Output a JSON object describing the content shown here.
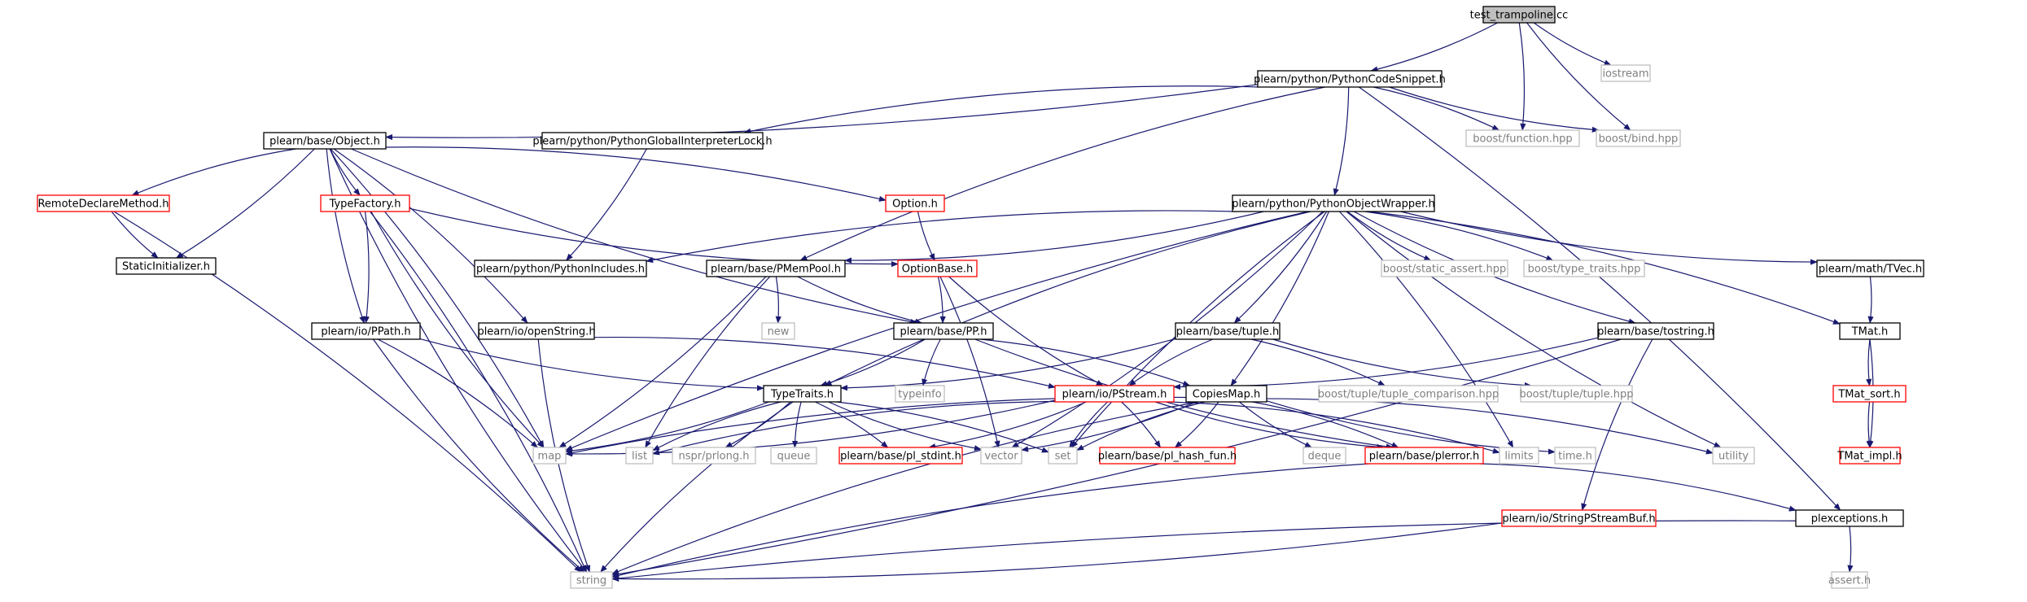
{
  "graph": {
    "nodes": [
      {
        "id": "test_trampoline",
        "label": "test_trampoline.cc",
        "style": "root"
      },
      {
        "id": "iostream",
        "label": "iostream",
        "style": "gray"
      },
      {
        "id": "PythonCodeSnippet",
        "label": "plearn/python/PythonCodeSnippet.h",
        "style": "normal"
      },
      {
        "id": "boost_function",
        "label": "boost/function.hpp",
        "style": "gray"
      },
      {
        "id": "boost_bind",
        "label": "boost/bind.hpp",
        "style": "gray"
      },
      {
        "id": "Object",
        "label": "plearn/base/Object.h",
        "style": "normal"
      },
      {
        "id": "PythonGIL",
        "label": "plearn/python/PythonGlobalInterpreterLock.h",
        "style": "normal"
      },
      {
        "id": "RemoteDeclareMethod",
        "label": "RemoteDeclareMethod.h",
        "style": "red"
      },
      {
        "id": "TypeFactory",
        "label": "TypeFactory.h",
        "style": "red"
      },
      {
        "id": "Option",
        "label": "Option.h",
        "style": "red"
      },
      {
        "id": "PythonObjectWrapper",
        "label": "plearn/python/PythonObjectWrapper.h",
        "style": "normal"
      },
      {
        "id": "StaticInitializer",
        "label": "StaticInitializer.h",
        "style": "normal"
      },
      {
        "id": "PythonIncludes",
        "label": "plearn/python/PythonIncludes.h",
        "style": "normal"
      },
      {
        "id": "PMemPool",
        "label": "plearn/base/PMemPool.h",
        "style": "normal"
      },
      {
        "id": "OptionBase",
        "label": "OptionBase.h",
        "style": "red"
      },
      {
        "id": "static_assert",
        "label": "boost/static_assert.hpp",
        "style": "gray"
      },
      {
        "id": "type_traits",
        "label": "boost/type_traits.hpp",
        "style": "gray"
      },
      {
        "id": "TVec",
        "label": "plearn/math/TVec.h",
        "style": "normal"
      },
      {
        "id": "new",
        "label": "new",
        "style": "gray"
      },
      {
        "id": "PPath",
        "label": "plearn/io/PPath.h",
        "style": "normal"
      },
      {
        "id": "openString",
        "label": "plearn/io/openString.h",
        "style": "normal"
      },
      {
        "id": "PP",
        "label": "plearn/base/PP.h",
        "style": "normal"
      },
      {
        "id": "tuple",
        "label": "plearn/base/tuple.h",
        "style": "normal"
      },
      {
        "id": "tostring",
        "label": "plearn/base/tostring.h",
        "style": "normal"
      },
      {
        "id": "TMat",
        "label": "TMat.h",
        "style": "normal"
      },
      {
        "id": "TypeTraits",
        "label": "TypeTraits.h",
        "style": "normal"
      },
      {
        "id": "typeinfo",
        "label": "typeinfo",
        "style": "gray"
      },
      {
        "id": "PStream",
        "label": "plearn/io/PStream.h",
        "style": "red"
      },
      {
        "id": "CopiesMap",
        "label": "CopiesMap.h",
        "style": "normal"
      },
      {
        "id": "tuple_comparison",
        "label": "boost/tuple/tuple_comparison.hpp",
        "style": "gray"
      },
      {
        "id": "tuple_hpp",
        "label": "boost/tuple/tuple.hpp",
        "style": "gray"
      },
      {
        "id": "TMat_sort",
        "label": "TMat_sort.h",
        "style": "red"
      },
      {
        "id": "map",
        "label": "map",
        "style": "gray"
      },
      {
        "id": "list",
        "label": "list",
        "style": "gray"
      },
      {
        "id": "prlong",
        "label": "nspr/prlong.h",
        "style": "gray"
      },
      {
        "id": "queue",
        "label": "queue",
        "style": "gray"
      },
      {
        "id": "pl_stdint",
        "label": "plearn/base/pl_stdint.h",
        "style": "red"
      },
      {
        "id": "vector",
        "label": "vector",
        "style": "gray"
      },
      {
        "id": "set",
        "label": "set",
        "style": "gray"
      },
      {
        "id": "pl_hash_fun",
        "label": "plearn/base/pl_hash_fun.h",
        "style": "red"
      },
      {
        "id": "deque",
        "label": "deque",
        "style": "gray"
      },
      {
        "id": "plerror",
        "label": "plearn/base/plerror.h",
        "style": "red"
      },
      {
        "id": "limits",
        "label": "limits",
        "style": "gray"
      },
      {
        "id": "time_h",
        "label": "time.h",
        "style": "gray"
      },
      {
        "id": "utility",
        "label": "utility",
        "style": "gray"
      },
      {
        "id": "TMat_impl",
        "label": "TMat_impl.h",
        "style": "red"
      },
      {
        "id": "StringPStreamBuf",
        "label": "plearn/io/StringPStreamBuf.h",
        "style": "red"
      },
      {
        "id": "plexceptions",
        "label": "plexceptions.h",
        "style": "normal"
      },
      {
        "id": "string",
        "label": "string",
        "style": "gray"
      },
      {
        "id": "assert_h",
        "label": "assert.h",
        "style": "gray"
      }
    ],
    "edges": [
      [
        "test_trampoline",
        "PythonCodeSnippet"
      ],
      [
        "test_trampoline",
        "iostream"
      ],
      [
        "test_trampoline",
        "boost_function"
      ],
      [
        "test_trampoline",
        "boost_bind"
      ],
      [
        "PythonCodeSnippet",
        "Object"
      ],
      [
        "PythonCodeSnippet",
        "PythonGIL"
      ],
      [
        "PythonCodeSnippet",
        "boost_function"
      ],
      [
        "PythonCodeSnippet",
        "boost_bind"
      ],
      [
        "PythonCodeSnippet",
        "PythonObjectWrapper"
      ],
      [
        "PythonCodeSnippet",
        "PMemPool"
      ],
      [
        "PythonCodeSnippet",
        "plexceptions"
      ],
      [
        "Object",
        "RemoteDeclareMethod"
      ],
      [
        "Object",
        "StaticInitializer"
      ],
      [
        "Object",
        "TypeFactory"
      ],
      [
        "Object",
        "Option"
      ],
      [
        "Object",
        "PPath"
      ],
      [
        "Object",
        "openString"
      ],
      [
        "Object",
        "PP"
      ],
      [
        "Object",
        "map"
      ],
      [
        "Object",
        "string"
      ],
      [
        "PythonGIL",
        "PythonIncludes"
      ],
      [
        "RemoteDeclareMethod",
        "StaticInitializer"
      ],
      [
        "RemoteDeclareMethod",
        "string"
      ],
      [
        "TypeFactory",
        "OptionBase"
      ],
      [
        "TypeFactory",
        "PPath"
      ],
      [
        "TypeFactory",
        "map"
      ],
      [
        "TypeFactory",
        "string"
      ],
      [
        "Option",
        "OptionBase"
      ],
      [
        "OptionBase",
        "PP"
      ],
      [
        "OptionBase",
        "PStream"
      ],
      [
        "OptionBase",
        "vector"
      ],
      [
        "PythonObjectWrapper",
        "PythonIncludes"
      ],
      [
        "PythonObjectWrapper",
        "PMemPool"
      ],
      [
        "PythonObjectWrapper",
        "static_assert"
      ],
      [
        "PythonObjectWrapper",
        "type_traits"
      ],
      [
        "PythonObjectWrapper",
        "TVec"
      ],
      [
        "PythonObjectWrapper",
        "tuple"
      ],
      [
        "PythonObjectWrapper",
        "tostring"
      ],
      [
        "PythonObjectWrapper",
        "TMat"
      ],
      [
        "PythonObjectWrapper",
        "TypeTraits"
      ],
      [
        "PythonObjectWrapper",
        "CopiesMap"
      ],
      [
        "PythonObjectWrapper",
        "map"
      ],
      [
        "PythonObjectWrapper",
        "vector"
      ],
      [
        "PythonObjectWrapper",
        "set"
      ],
      [
        "PythonObjectWrapper",
        "limits"
      ],
      [
        "PythonObjectWrapper",
        "utility"
      ],
      [
        "PMemPool",
        "new"
      ],
      [
        "PMemPool",
        "PP"
      ],
      [
        "PMemPool",
        "map"
      ],
      [
        "PMemPool",
        "list"
      ],
      [
        "TVec",
        "TMat"
      ],
      [
        "PPath",
        "TypeTraits"
      ],
      [
        "PPath",
        "map"
      ],
      [
        "PPath",
        "string"
      ],
      [
        "openString",
        "PStream"
      ],
      [
        "openString",
        "string"
      ],
      [
        "PP",
        "TypeTraits"
      ],
      [
        "PP",
        "typeinfo"
      ],
      [
        "PP",
        "CopiesMap"
      ],
      [
        "PP",
        "plerror"
      ],
      [
        "tuple",
        "TypeTraits"
      ],
      [
        "tuple",
        "PStream"
      ],
      [
        "tuple",
        "tuple_comparison"
      ],
      [
        "tuple",
        "tuple_hpp"
      ],
      [
        "tostring",
        "PStream"
      ],
      [
        "tostring",
        "StringPStreamBuf"
      ],
      [
        "tostring",
        "string"
      ],
      [
        "TMat",
        "TMat_sort"
      ],
      [
        "TMat",
        "TMat_impl"
      ],
      [
        "TMat_sort",
        "TMat_impl"
      ],
      [
        "TypeTraits",
        "map"
      ],
      [
        "TypeTraits",
        "list"
      ],
      [
        "TypeTraits",
        "prlong"
      ],
      [
        "TypeTraits",
        "queue"
      ],
      [
        "TypeTraits",
        "pl_stdint"
      ],
      [
        "TypeTraits",
        "vector"
      ],
      [
        "TypeTraits",
        "set"
      ],
      [
        "TypeTraits",
        "string"
      ],
      [
        "PStream",
        "map"
      ],
      [
        "PStream",
        "list"
      ],
      [
        "PStream",
        "pl_stdint"
      ],
      [
        "PStream",
        "set"
      ],
      [
        "PStream",
        "pl_hash_fun"
      ],
      [
        "PStream",
        "plerror"
      ],
      [
        "PStream",
        "limits"
      ],
      [
        "CopiesMap",
        "map"
      ],
      [
        "CopiesMap",
        "vector"
      ],
      [
        "CopiesMap",
        "set"
      ],
      [
        "CopiesMap",
        "pl_hash_fun"
      ],
      [
        "CopiesMap",
        "deque"
      ],
      [
        "CopiesMap",
        "plerror"
      ],
      [
        "CopiesMap",
        "time_h"
      ],
      [
        "CopiesMap",
        "utility"
      ],
      [
        "CopiesMap",
        "string"
      ],
      [
        "plerror",
        "plexceptions"
      ],
      [
        "plerror",
        "string"
      ],
      [
        "StringPStreamBuf",
        "string"
      ],
      [
        "plexceptions",
        "string"
      ],
      [
        "plexceptions",
        "assert_h"
      ]
    ]
  },
  "colors": {
    "edge": "#191970",
    "border_normal": "#000000",
    "border_red": "#ff0000",
    "border_gray": "#bfbfbf",
    "text_normal": "#000000",
    "text_gray": "#7f7f7f",
    "root_fill": "#bfbfbf",
    "node_fill": "#ffffff"
  }
}
